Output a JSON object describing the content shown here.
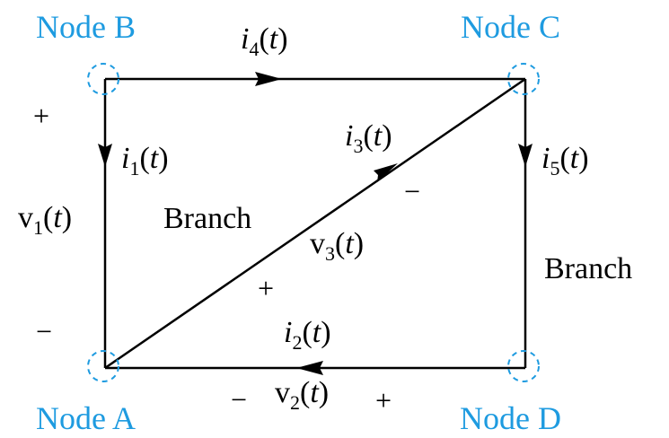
{
  "colors": {
    "node": "#1e9be0",
    "wire": "#000000"
  },
  "nodes": {
    "a": {
      "label": "Node A"
    },
    "b": {
      "label": "Node B"
    },
    "c": {
      "label": "Node C"
    },
    "d": {
      "label": "Node D"
    }
  },
  "currents": {
    "i1": {
      "sym": "i",
      "sub": "1",
      "arg": "(",
      "t": "t",
      "close": ")"
    },
    "i2": {
      "sym": "i",
      "sub": "2",
      "arg": "(",
      "t": "t",
      "close": ")"
    },
    "i3": {
      "sym": "i",
      "sub": "3",
      "arg": "(",
      "t": "t",
      "close": ")"
    },
    "i4": {
      "sym": "i",
      "sub": "4",
      "arg": "(",
      "t": "t",
      "close": ")"
    },
    "i5": {
      "sym": "i",
      "sub": "5",
      "arg": "(",
      "t": "t",
      "close": ")"
    }
  },
  "voltages": {
    "v1": {
      "sym": "v",
      "sub": "1",
      "arg": "(",
      "t": "t",
      "close": ")"
    },
    "v2": {
      "sym": "v",
      "sub": "2",
      "arg": "(",
      "t": "t",
      "close": ")"
    },
    "v3": {
      "sym": "v",
      "sub": "3",
      "arg": "(",
      "t": "t",
      "close": ")"
    }
  },
  "branch_labels": {
    "diagonal": "Branch",
    "right": "Branch"
  },
  "signs": {
    "v1_plus": "+",
    "v1_minus": "−",
    "v2_minus": "−",
    "v2_plus": "+",
    "v3_plus": "+",
    "v3_minus": "−"
  }
}
